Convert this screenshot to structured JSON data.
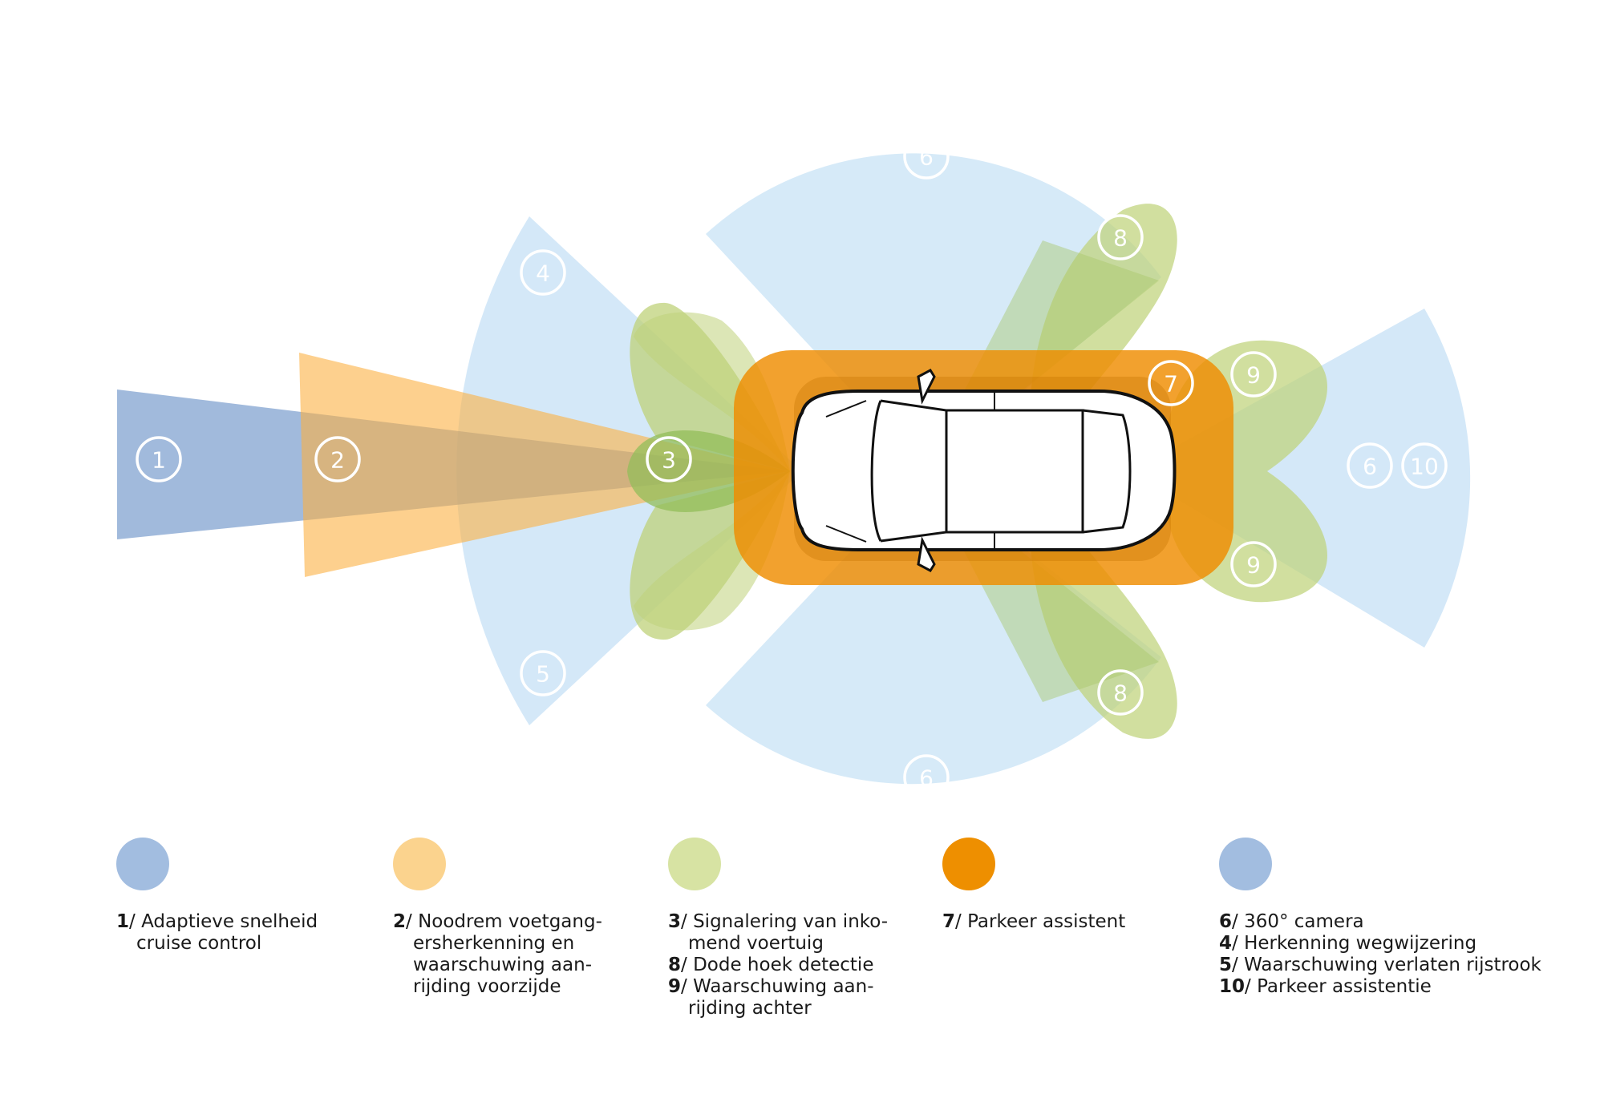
{
  "colors": {
    "acc": "#6f95c9",
    "pedestrian": "#fbb042",
    "green": "#bfd27a",
    "green_dark": "#93bd5a",
    "parking": "#ef8c00",
    "parking_border": "#c77200",
    "camera": "#cfe6f7",
    "legend_blue": "#a2bde0",
    "legend_orange": "#fbd38e",
    "legend_green": "#d7e3a3",
    "legend_parking": "#ee8f00"
  },
  "zones": {
    "z1": "1",
    "z2": "2",
    "z3": "3",
    "z4": "4",
    "z5": "5",
    "z6_top": "6",
    "z6_bottom": "6",
    "z6_rear": "6",
    "z7": "7",
    "z8_top": "8",
    "z8_bottom": "8",
    "z9_top": "9",
    "z9_bottom": "9",
    "z10": "10"
  },
  "legend": [
    {
      "lines": [
        {
          "num": "1",
          "text": "/ Adaptieve snelheid"
        },
        {
          "num": "",
          "text": "cruise  control"
        }
      ]
    },
    {
      "lines": [
        {
          "num": "2",
          "text": "/ Noodrem voetgang-"
        },
        {
          "num": "",
          "text": "ersherkenning en"
        },
        {
          "num": "",
          "text": "waarschuwing aan-"
        },
        {
          "num": "",
          "text": "rijding voorzijde"
        }
      ]
    },
    {
      "lines": [
        {
          "num": "3",
          "text": "/ Signalering van inko-"
        },
        {
          "num": "",
          "text": "mend voertuig"
        },
        {
          "num": "8",
          "text": "/ Dode hoek detectie"
        },
        {
          "num": "9",
          "text": "/ Waarschuwing aan-"
        },
        {
          "num": "",
          "text": "rijding achter"
        }
      ]
    },
    {
      "lines": [
        {
          "num": "7",
          "text": "/ Parkeer assistent"
        }
      ]
    },
    {
      "lines": [
        {
          "num": "6",
          "text": "/ 360° camera"
        },
        {
          "num": "4",
          "text": "/ Herkenning wegwijzering"
        },
        {
          "num": "5",
          "text": "/ Waarschuwing verlaten rijstrook"
        },
        {
          "num": "10",
          "text": "/ Parkeer assistentie"
        }
      ]
    }
  ]
}
